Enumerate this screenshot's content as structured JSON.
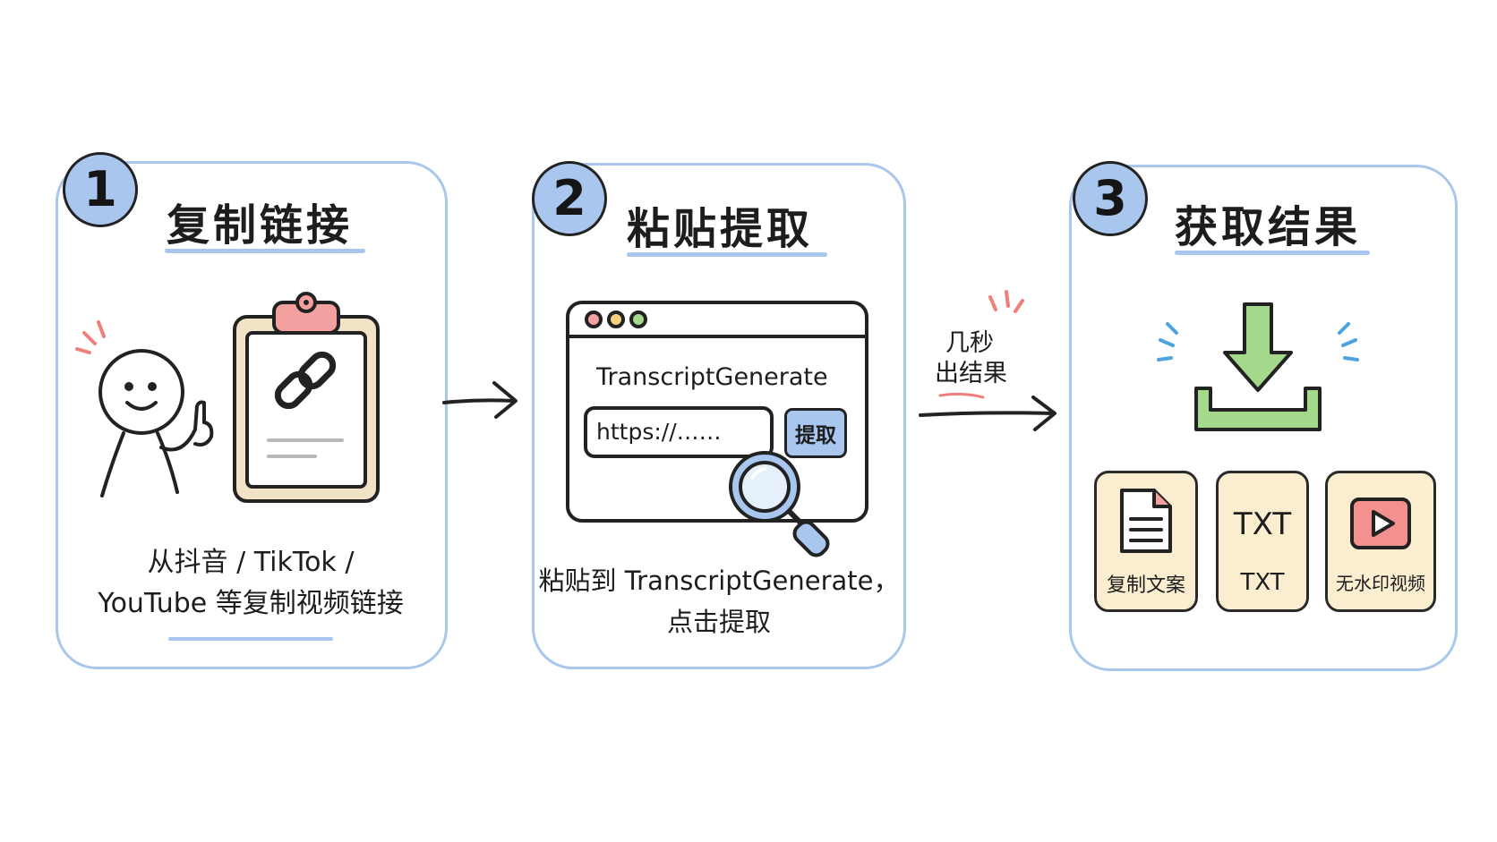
{
  "steps": [
    {
      "number": "1",
      "title": "复制链接",
      "caption_line1": "从抖音 / TikTok /",
      "caption_line2": "YouTube 等复制视频链接"
    },
    {
      "number": "2",
      "title": "粘贴提取",
      "caption_line1": "粘贴到 TranscriptGenerate，",
      "caption_line2": "点击提取",
      "browser_title": "TranscriptGenerate",
      "url_placeholder": "https://……",
      "extract_button": "提取"
    },
    {
      "number": "3",
      "title": "获取结果",
      "outputs": [
        {
          "label": "复制文案",
          "icon": "document-icon"
        },
        {
          "label": "TXT",
          "big_text": "TXT",
          "icon": "txt-icon"
        },
        {
          "label": "无水印视频",
          "icon": "video-play-icon"
        }
      ]
    }
  ],
  "arrow_note_line1": "几秒",
  "arrow_note_line2": "出结果",
  "colors": {
    "accent_blue": "#a9c6ee",
    "panel_border": "#a9c6ec",
    "clip_pink": "#f2a1a0",
    "download_green": "#a4d88a",
    "card_cream": "#fbeed0",
    "video_red": "#f3918f"
  }
}
